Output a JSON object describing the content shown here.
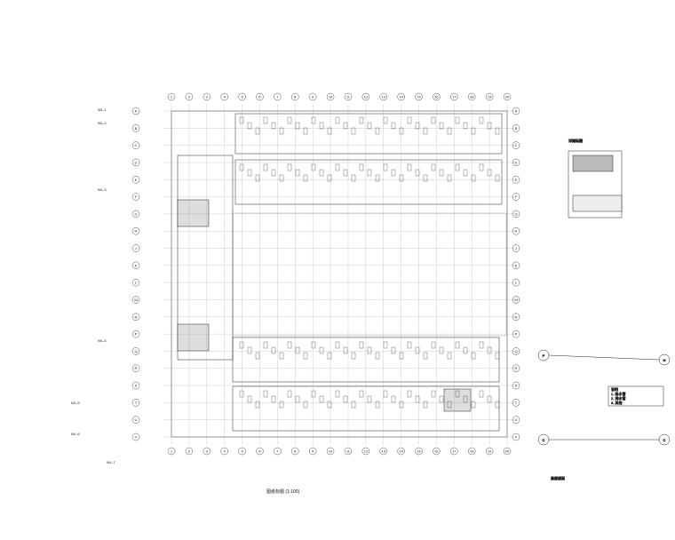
{
  "drawing": {
    "main_title": "图纸标题 (1:100)",
    "detail_title": "详图标题",
    "section_title": "局部剖面"
  },
  "grid": {
    "cols": [
      "1",
      "2",
      "3",
      "4",
      "5",
      "6",
      "7",
      "8",
      "9",
      "10",
      "11",
      "12",
      "13",
      "14",
      "15",
      "16",
      "17",
      "18",
      "19",
      "20"
    ],
    "rows": [
      "A",
      "B",
      "C",
      "D",
      "E",
      "F",
      "G",
      "H",
      "J",
      "K",
      "L",
      "M",
      "N",
      "P",
      "Q",
      "R",
      "S",
      "T",
      "U",
      "V"
    ]
  },
  "callouts": [
    {
      "text": "WL-1"
    },
    {
      "text": "WL-2"
    },
    {
      "text": "WL-3"
    },
    {
      "text": "WL-4"
    },
    {
      "text": "WL-5"
    },
    {
      "text": "WL-6"
    },
    {
      "text": "WL-7"
    }
  ],
  "sections": {
    "marks": [
      "P",
      "N",
      "C",
      "C"
    ]
  },
  "notes": {
    "lines": [
      "说明",
      "1. 给水管",
      "2. 排水管",
      "3. 其他"
    ]
  }
}
